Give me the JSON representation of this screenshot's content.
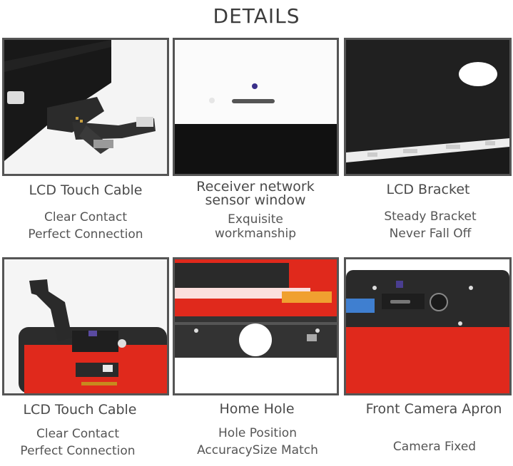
{
  "title": "DETAILS",
  "items": [
    {
      "caption": "LCD Touch Cable",
      "lines": [
        "Clear Contact",
        "Perfect Connection"
      ]
    },
    {
      "caption_lines": [
        "Receiver network",
        "sensor window"
      ],
      "lines": [
        "Exquisite",
        "workmanship"
      ]
    },
    {
      "caption": "LCD Bracket",
      "lines": [
        "Steady Bracket",
        "Never Fall Off"
      ]
    },
    {
      "caption": "LCD Touch Cable",
      "lines": [
        "Clear Contact",
        "Perfect Connection"
      ]
    },
    {
      "caption": "Home Hole",
      "lines": [
        "Hole Position",
        "AccuracySize Match"
      ]
    },
    {
      "caption": "Front Camera Apron",
      "lines": [
        "Camera Fixed"
      ]
    }
  ],
  "colors": {
    "frame": "#555555",
    "panel_black": "#141414",
    "panel_red": "#e0291c",
    "flex_cable": "#2a2a2a"
  }
}
